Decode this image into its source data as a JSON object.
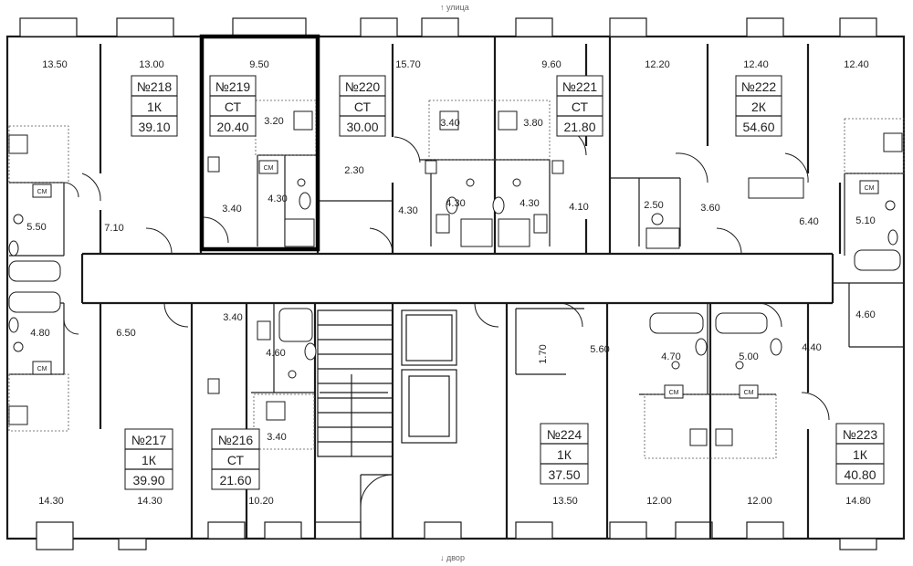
{
  "compass": {
    "top": "↑ улица",
    "bottom": "↓ двор"
  },
  "apartments": [
    {
      "id": "apt-218",
      "num": "№218",
      "type": "1К",
      "area": "39.10"
    },
    {
      "id": "apt-219",
      "num": "№219",
      "type": "СТ",
      "area": "20.40"
    },
    {
      "id": "apt-220",
      "num": "№220",
      "type": "СТ",
      "area": "30.00"
    },
    {
      "id": "apt-221",
      "num": "№221",
      "type": "СТ",
      "area": "21.80"
    },
    {
      "id": "apt-222",
      "num": "№222",
      "type": "2К",
      "area": "54.60"
    },
    {
      "id": "apt-217",
      "num": "№217",
      "type": "1К",
      "area": "39.90"
    },
    {
      "id": "apt-216",
      "num": "№216",
      "type": "СТ",
      "area": "21.60"
    },
    {
      "id": "apt-224",
      "num": "№224",
      "type": "1К",
      "area": "37.50"
    },
    {
      "id": "apt-223",
      "num": "№223",
      "type": "1К",
      "area": "40.80"
    }
  ],
  "selected_apartment": "№219",
  "room_areas": [
    "13.50",
    "13.00",
    "9.50",
    "15.70",
    "9.60",
    "12.20",
    "12.40",
    "12.40",
    "3.20",
    "3.40",
    "3.80",
    "2.30",
    "4.30",
    "4.30",
    "4.30",
    "4.10",
    "4.30",
    "3.40",
    "5.50",
    "7.10",
    "2.50",
    "3.60",
    "6.40",
    "5.10",
    "4.80",
    "6.50",
    "3.40",
    "4.60",
    "3.40",
    "1.70",
    "5.60",
    "4.70",
    "5.00",
    "4.40",
    "4.60",
    "14.30",
    "14.30",
    "10.20",
    "13.50",
    "12.00",
    "12.00",
    "14.80"
  ],
  "washer_label": "СМ"
}
